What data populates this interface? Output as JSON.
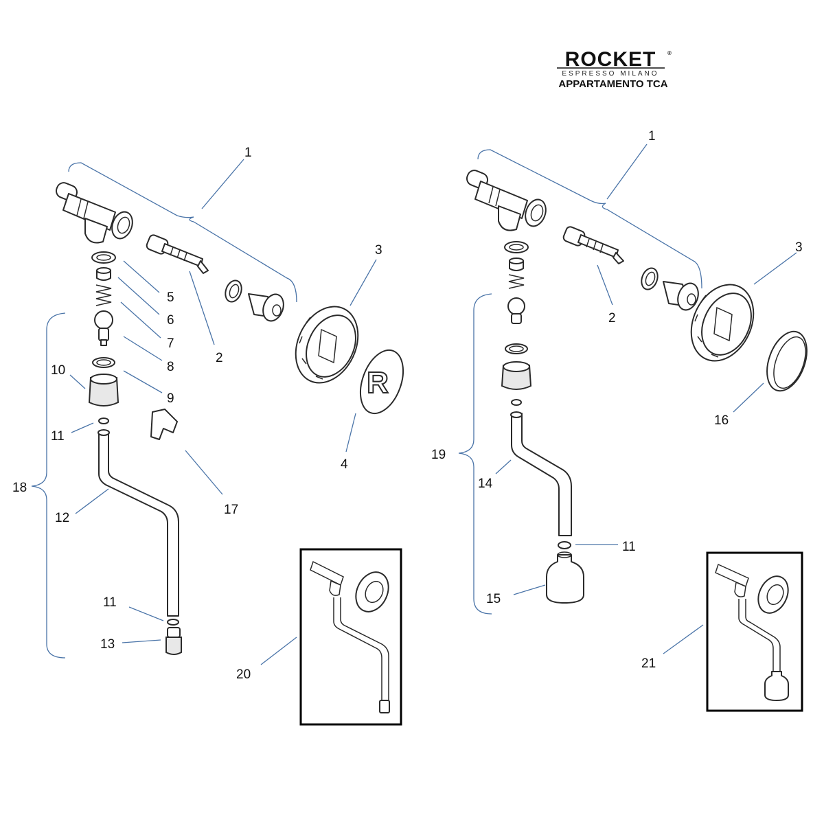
{
  "brand": {
    "logo_text": "ROCKET",
    "registered_mark": "®",
    "logo_subtitle": "ESPRESSO MILANO",
    "model_title": "APPARTAMENTO TCA"
  },
  "callouts": {
    "left": [
      "1",
      "2",
      "3",
      "4",
      "5",
      "6",
      "7",
      "8",
      "9",
      "10",
      "11",
      "11",
      "12",
      "13",
      "17",
      "18",
      "20"
    ],
    "right": [
      "1",
      "2",
      "3",
      "11",
      "14",
      "15",
      "16",
      "19",
      "21"
    ]
  },
  "colors": {
    "leader_line": "#4a74a8",
    "outline": "#2a2a2a",
    "frame": "#000000"
  },
  "logo_cap_letter": "R"
}
